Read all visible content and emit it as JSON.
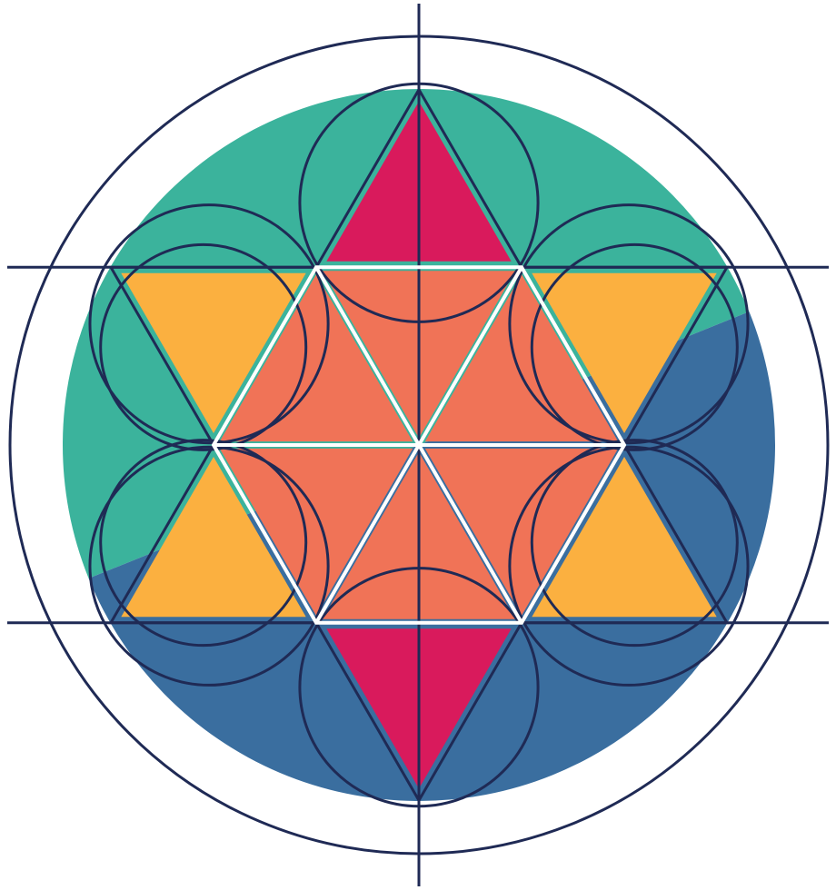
{
  "figure": {
    "subject": "sacred-geometry-star-emblem",
    "colors": {
      "background": "#ffffff",
      "teal": "#3bb39c",
      "blue": "#3a6e9f",
      "magenta": "#d91a5c",
      "orange": "#fbb040",
      "coral": "#f07357",
      "outline": "#1f2a55",
      "inner_divider": "#ffffff"
    },
    "regions": {
      "upper_half_circle": "teal",
      "lower_half_circle": "blue",
      "top_point": "magenta",
      "bottom_point": "magenta",
      "side_points": "orange",
      "central_hexagon": "coral"
    },
    "hexagon_triangle_count": 6,
    "flower_petal_count": 6,
    "circle_count": 2
  }
}
